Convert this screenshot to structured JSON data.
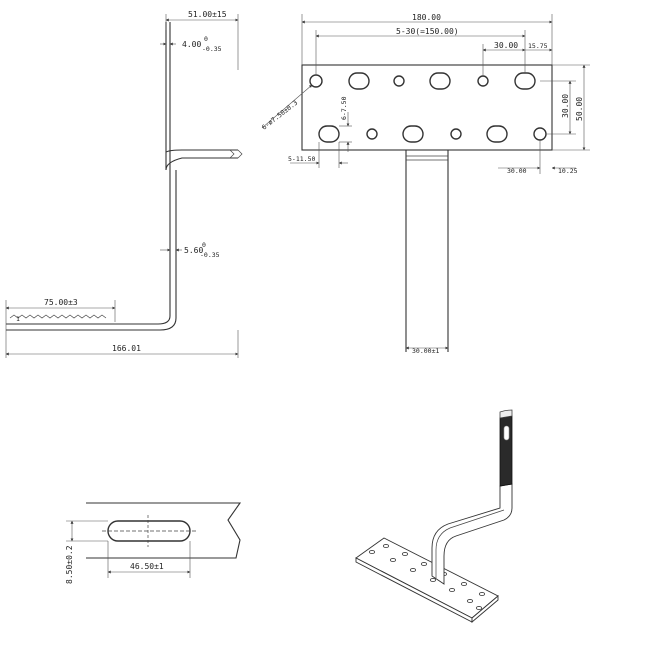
{
  "side_view": {
    "width_top": "51.00±15",
    "thickness_top_main": "4.00",
    "thickness_top_upper": "0",
    "thickness_top_lower": "-0.35",
    "thickness_mid_main": "5.60",
    "thickness_mid_upper": "0",
    "thickness_mid_lower": "-0.35",
    "foot_length": "75.00±3",
    "total_length": "166.01",
    "foot_marker": "1"
  },
  "plate_view": {
    "total_width": "180.00",
    "slot_pitch": "5-30(=150.00)",
    "hole_spacing_top": "30.00",
    "edge_offset_top": "15.75",
    "hole_diameter": "6-ø7.50±0.3",
    "slot_height": "6-7.50",
    "slot_offset_left": "5-11.50",
    "row_spacing": "30.00",
    "plate_height": "50.00",
    "hole_spacing_bottom": "30.00",
    "edge_offset_bottom": "10.25",
    "arm_width": "30.00±1"
  },
  "slot_detail": {
    "slot_height": "8.50±0.2",
    "slot_length": "46.50±1"
  }
}
